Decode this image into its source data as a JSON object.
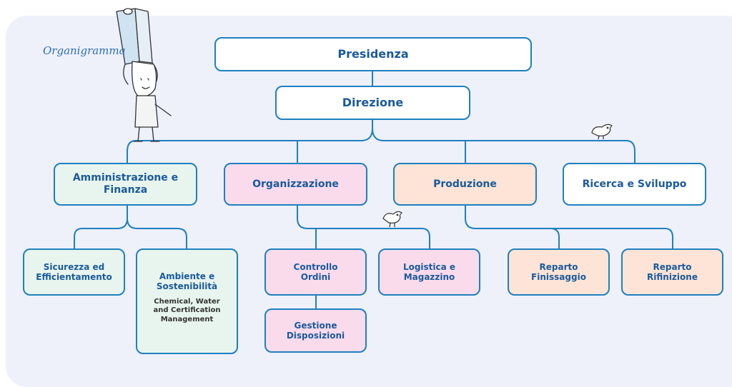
{
  "header": {
    "title": "Organigramma"
  },
  "colors": {
    "line": "#1e80bf",
    "text": "#1a5a9c",
    "green": "#e8f5ee",
    "pink": "#fadbec",
    "peach": "#fde4d6",
    "panel": "#eef0fa"
  },
  "nodes": {
    "presidenza": "Presidenza",
    "direzione": "Direzione",
    "amministrazione": "Amministrazione e Finanza",
    "organizzazione": "Organizzazione",
    "produzione": "Produzione",
    "ricerca": "Ricerca e Sviluppo",
    "sicurezza": "Sicurezza ed Efficientamento",
    "ambiente": "Ambiente e Sostenibilità",
    "ambiente_sub": "Chemical, Water and Certification Management",
    "controllo": "Controllo Ordini",
    "logistica": "Logistica e Magazzino",
    "gestione": "Gestione Disposizioni",
    "finissaggio": "Reparto Finissaggio",
    "rifinizione": "Reparto Rifinizione"
  },
  "decorations": [
    "person-holding-scroll",
    "bird",
    "bird"
  ]
}
